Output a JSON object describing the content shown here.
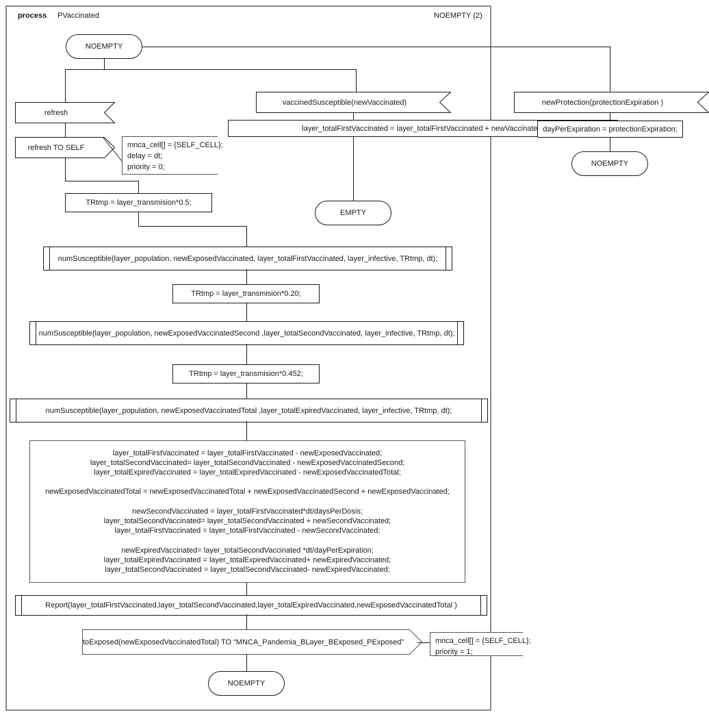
{
  "diagram": {
    "kind": "SDL process diagram",
    "header": {
      "keyword": "process",
      "name": "PVaccinated",
      "page_label": "NOEMPTY (2)"
    },
    "nodes": {
      "start_state": "NOEMPTY",
      "refresh_input": "refresh",
      "refresh_output": "refresh TO SELF",
      "refresh_comment": {
        "line1": "mnca_cell[] = {SELF_CELL};",
        "line2": "delay = dt;",
        "line3": "priority = 0;"
      },
      "trtmp1": "TRtmp  = layer_transmision*0.5;",
      "proc1": "numSusceptible(layer_population, newExposedVaccinated, layer_totalFirstVaccinated, layer_infective, TRtmp, dt);",
      "trtmp2": "TRtmp = layer_transmision*0.20;",
      "proc2": "numSusceptible(layer_population, newExposedVaccinatedSecond ,layer_totalSecondVaccinated, layer_infective, TRtmp, dt);",
      "trtmp3": "TRtmp = layer_transmision*0.452;",
      "proc3": "numSusceptible(layer_population, newExposedVaccinatedTotal ,layer_totalExpiredVaccinated, layer_infective, TRtmp, dt);",
      "bigtask": {
        "group1": [
          "layer_totalFirstVaccinated = layer_totalFirstVaccinated - newExposedVaccinated;",
          "layer_totalSecondVaccinated= layer_totalSecondVaccinated - newExposedVaccinatedSecond;",
          "layer_totalExpiredVaccinated = layer_totalExpiredVaccinated - newExposedVaccinatedTotal;"
        ],
        "group2": [
          "newExposedVaccinatedTotal = newExposedVaccinatedTotal + newExposedVaccinatedSecond  + newExposedVaccinated;"
        ],
        "group3": [
          "newSecondVaccinated = layer_totalFirstVaccinated*dt/daysPerDosis;",
          "layer_totalSecondVaccinated= layer_totalSecondVaccinated + newSecondVaccinated;",
          "layer_totalFirstVaccinated = layer_totalFirstVaccinated - newSecondVaccinated;"
        ],
        "group4": [
          "newExpiredVaccinated= layer_totalSecondVaccinated *dt/dayPerExpiration;",
          "layer_totalExpiredVaccinated = layer_totalExpiredVaccinated+ newExpiredVaccinated;",
          "layer_totalSecondVaccinated = layer_totalSecondVaccinated- newExpiredVaccinated;"
        ]
      },
      "report_proc": "Report(layer_totalFirstVaccinated,layer_totalSecondVaccinated,layer_totalExpiredVaccinated,newExposedVaccinatedTotal )",
      "toexposed_output": "toExposed(newExposedVaccinatedTotal) TO “MNCA_Pandemia_BLayer_BExposed_PExposed”",
      "toexposed_comment": {
        "line1": "mnca_cell[] = {SELF_CELL};",
        "line2": "priority = 1;"
      },
      "end_state_left": "NOEMPTY",
      "vaccined_input": "vaccinedSusceptible(newVaccinated)",
      "vaccined_task": "layer_totalFirstVaccinated = layer_totalFirstVaccinated + newVaccinated;",
      "vaccined_state": "EMPTY",
      "newprotection_input": "newProtection(protectionExpiration )",
      "newprotection_task": "dayPerExpiration = protectionExpiration;",
      "newprotection_state": "NOEMPTY"
    },
    "colors": {
      "line": "#1a1a1a",
      "frame": "#8a8a8a",
      "block_border": "#555555",
      "background": "#ffffff"
    }
  }
}
